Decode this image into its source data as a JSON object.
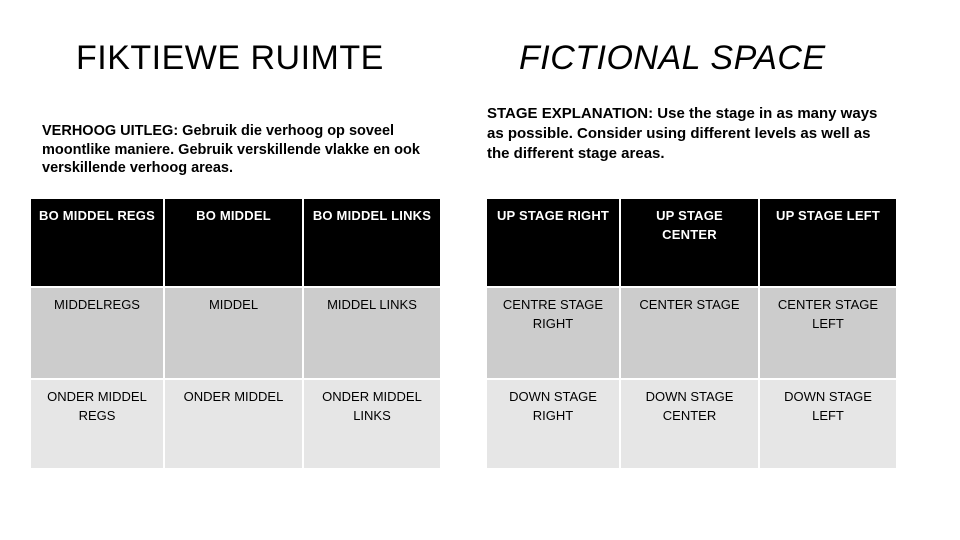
{
  "slide": {
    "background_color": "#ffffff",
    "left_panel": {
      "title": "FIKTIEWE RUIMTE",
      "explanation": "VERHOOG UITLEG:  Gebruik die verhoog op soveel moontlike maniere.  Gebruik verskillende vlakke en ook verskillende verhoog areas.",
      "table": {
        "header_bg": "#000000",
        "header_fg": "#ffffff",
        "middle_bg": "#cccccc",
        "bottom_bg": "#e6e6e6",
        "rows": [
          {
            "style": "header",
            "cells": [
              "BO MIDDEL REGS",
              "BO MIDDEL",
              "BO MIDDEL LINKS"
            ]
          },
          {
            "style": "middle",
            "cells": [
              "MIDDELREGS",
              "MIDDEL",
              "MIDDEL LINKS"
            ]
          },
          {
            "style": "bottom",
            "cells": [
              "ONDER MIDDEL REGS",
              "ONDER MIDDEL",
              "ONDER MIDDEL LINKS"
            ]
          }
        ]
      }
    },
    "right_panel": {
      "title": "FICTIONAL SPACE",
      "explanation": "STAGE EXPLANATION:  Use the stage in as many ways as possible.  Consider using different levels as well as the different stage areas.",
      "table": {
        "header_bg": "#000000",
        "header_fg": "#ffffff",
        "middle_bg": "#cccccc",
        "bottom_bg": "#e6e6e6",
        "rows": [
          {
            "style": "header",
            "cells": [
              "UP STAGE RIGHT",
              "UP STAGE CENTER",
              "UP STAGE LEFT"
            ]
          },
          {
            "style": "middle",
            "cells": [
              "CENTRE STAGE RIGHT",
              "CENTER STAGE",
              "CENTER STAGE LEFT"
            ]
          },
          {
            "style": "bottom",
            "cells": [
              "DOWN STAGE RIGHT",
              "DOWN STAGE CENTER",
              "DOWN STAGE LEFT"
            ]
          }
        ]
      }
    }
  }
}
